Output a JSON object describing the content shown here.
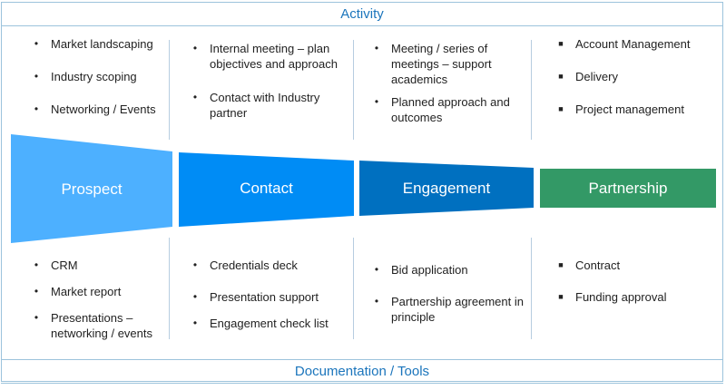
{
  "header": {
    "title": "Activity"
  },
  "footer": {
    "title": "Documentation / Tools"
  },
  "colors": {
    "border": "#9cc3dc",
    "heading_text": "#1b75bc",
    "prospect": "#4db0ff",
    "contact": "#008cf5",
    "engagement": "#0070c0",
    "partnership": "#339966"
  },
  "stages": [
    {
      "name": "Prospect"
    },
    {
      "name": "Contact"
    },
    {
      "name": "Engagement"
    },
    {
      "name": "Partnership"
    }
  ],
  "activities": [
    {
      "bullet": "round",
      "items": [
        "Market landscaping",
        "Industry scoping",
        "Networking / Events"
      ]
    },
    {
      "bullet": "round",
      "items": [
        "Internal meeting – plan objectives and approach",
        "Contact with Industry partner"
      ]
    },
    {
      "bullet": "round",
      "items": [
        "Meeting / series of meetings – support academics",
        "Planned approach and outcomes"
      ]
    },
    {
      "bullet": "square",
      "items": [
        "Account Management",
        "Delivery",
        "Project management"
      ]
    }
  ],
  "tools": [
    {
      "bullet": "round",
      "items": [
        "CRM",
        "Market report",
        "Presentations – networking / events"
      ]
    },
    {
      "bullet": "round",
      "items": [
        "Credentials deck",
        "Presentation support",
        "Engagement check list"
      ]
    },
    {
      "bullet": "round",
      "items": [
        "Bid application",
        "Partnership agreement in principle"
      ]
    },
    {
      "bullet": "square",
      "items": [
        "Contract",
        "Funding approval"
      ]
    }
  ],
  "bullet_glyphs": {
    "round": "•",
    "square": "■"
  }
}
